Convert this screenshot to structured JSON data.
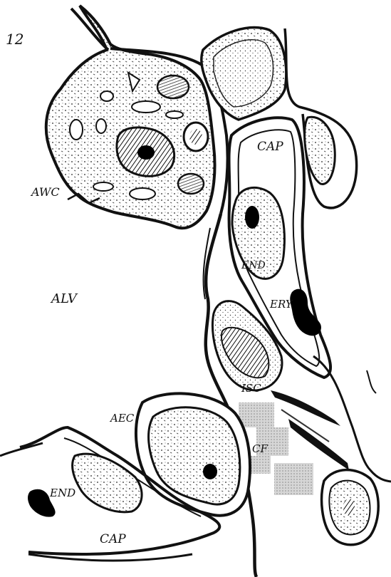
{
  "figure": {
    "number": "12",
    "labels": {
      "awc": "AWC",
      "alv": "ALV",
      "cap_top": "CAP",
      "end_top": "END",
      "ery": "ERY",
      "isc": "ISC",
      "aec": "AEC",
      "cf": "CF",
      "end_bottom": "END",
      "cap_bottom": "CAP"
    }
  }
}
